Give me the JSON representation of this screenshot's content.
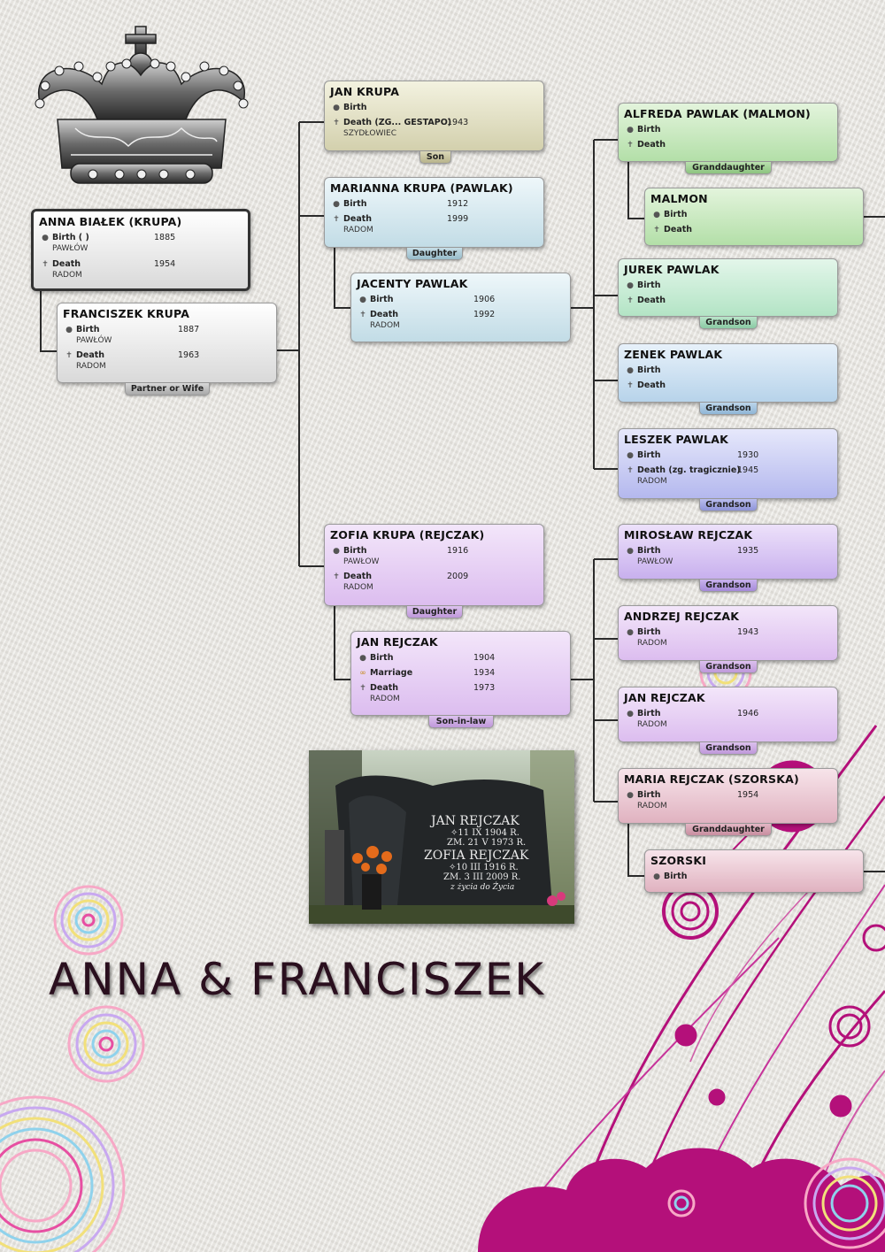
{
  "title": "ANNA & FRANCISZEK",
  "people": {
    "anna": {
      "name": "ANNA BIAŁEK (KRUPA)",
      "events": [
        {
          "icon": "birth",
          "label": "Birth ( )",
          "year": "1885",
          "place": "PAWŁÓW"
        },
        {
          "icon": "death",
          "label": "Death",
          "year": "1954",
          "place": "RADOM"
        }
      ]
    },
    "franciszek": {
      "name": "FRANCISZEK KRUPA",
      "tag": "Partner or Wife",
      "events": [
        {
          "icon": "birth",
          "label": "Birth",
          "year": "1887",
          "place": "PAWŁÓW"
        },
        {
          "icon": "death",
          "label": "Death",
          "year": "1963",
          "place": "RADOM"
        }
      ]
    },
    "jan_krupa": {
      "name": "JAN KRUPA",
      "tag": "Son",
      "events": [
        {
          "icon": "birth",
          "label": "Birth",
          "year": "",
          "place": ""
        },
        {
          "icon": "death",
          "label": "Death (ZG... GESTAPO)",
          "year": "1943",
          "place": "SZYDŁOWIEC"
        }
      ]
    },
    "marianna": {
      "name": "MARIANNA KRUPA (PAWLAK)",
      "tag": "Daughter",
      "events": [
        {
          "icon": "birth",
          "label": "Birth",
          "year": "1912",
          "place": ""
        },
        {
          "icon": "death",
          "label": "Death",
          "year": "1999",
          "place": "RADOM"
        }
      ]
    },
    "jacenty": {
      "name": "JACENTY PAWLAK",
      "events": [
        {
          "icon": "birth",
          "label": "Birth",
          "year": "1906",
          "place": ""
        },
        {
          "icon": "death",
          "label": "Death",
          "year": "1992",
          "place": "RADOM"
        }
      ]
    },
    "zofia": {
      "name": "ZOFIA KRUPA (REJCZAK)",
      "tag": "Daughter",
      "events": [
        {
          "icon": "birth",
          "label": "Birth",
          "year": "1916",
          "place": "PAWŁOW"
        },
        {
          "icon": "death",
          "label": "Death",
          "year": "2009",
          "place": "RADOM"
        }
      ]
    },
    "jan_rejczak": {
      "name": "JAN REJCZAK",
      "tag": "Son-in-law",
      "events": [
        {
          "icon": "birth",
          "label": "Birth",
          "year": "1904",
          "place": ""
        },
        {
          "icon": "marriage",
          "label": "Marriage",
          "year": "1934",
          "place": ""
        },
        {
          "icon": "death",
          "label": "Death",
          "year": "1973",
          "place": "RADOM"
        }
      ]
    },
    "alfreda": {
      "name": "ALFREDA PAWLAK (MALMON)",
      "tag": "Granddaughter",
      "events": [
        {
          "icon": "birth",
          "label": "Birth",
          "year": "",
          "place": ""
        },
        {
          "icon": "death",
          "label": "Death",
          "year": "",
          "place": ""
        }
      ]
    },
    "malmon": {
      "name": "MALMON",
      "events": [
        {
          "icon": "birth",
          "label": "Birth",
          "year": "",
          "place": ""
        },
        {
          "icon": "death",
          "label": "Death",
          "year": "",
          "place": ""
        }
      ]
    },
    "jurek": {
      "name": "JUREK PAWLAK",
      "tag": "Grandson",
      "events": [
        {
          "icon": "birth",
          "label": "Birth",
          "year": "",
          "place": ""
        },
        {
          "icon": "death",
          "label": "Death",
          "year": "",
          "place": ""
        }
      ]
    },
    "zenek": {
      "name": "ZENEK PAWLAK",
      "tag": "Grandson",
      "events": [
        {
          "icon": "birth",
          "label": "Birth",
          "year": "",
          "place": ""
        },
        {
          "icon": "death",
          "label": "Death",
          "year": "",
          "place": ""
        }
      ]
    },
    "leszek": {
      "name": "LESZEK PAWLAK",
      "tag": "Grandson",
      "events": [
        {
          "icon": "birth",
          "label": "Birth",
          "year": "1930",
          "place": ""
        },
        {
          "icon": "death",
          "label": "Death (zg. tragicznie)",
          "year": "1945",
          "place": "RADOM"
        }
      ]
    },
    "miroslaw": {
      "name": "MIROSŁAW REJCZAK",
      "tag": "Grandson",
      "events": [
        {
          "icon": "birth",
          "label": "Birth",
          "year": "1935",
          "place": "PAWŁOW"
        }
      ]
    },
    "andrzej": {
      "name": "ANDRZEJ REJCZAK",
      "tag": "Grandson",
      "events": [
        {
          "icon": "birth",
          "label": "Birth",
          "year": "1943",
          "place": "RADOM"
        }
      ]
    },
    "jan_rejczak_2": {
      "name": "JAN REJCZAK",
      "tag": "Grandson",
      "events": [
        {
          "icon": "birth",
          "label": "Birth",
          "year": "1946",
          "place": "RADOM"
        }
      ]
    },
    "maria": {
      "name": "MARIA REJCZAK (SZORSKA)",
      "tag": "Granddaughter",
      "events": [
        {
          "icon": "birth",
          "label": "Birth",
          "year": "1954",
          "place": "RADOM"
        }
      ]
    },
    "szorski": {
      "name": "SZORSKI",
      "events": [
        {
          "icon": "birth",
          "label": "Birth",
          "year": "",
          "place": ""
        }
      ]
    }
  },
  "photo": {
    "line1": "JAN REJCZAK",
    "line2": "✧11 IX 1904 R.",
    "line3": "ZM. 21 V 1973 R.",
    "line4": "ZOFIA REJCZAK",
    "line5": "✧10 III 1916 R.",
    "line6": "ZM. 3 III 2009 R.",
    "line7": "z życia do Życia"
  },
  "colors": {
    "connector": "#2b2b2b",
    "title": "#2a0f1e",
    "magenta": "#b4107a"
  }
}
